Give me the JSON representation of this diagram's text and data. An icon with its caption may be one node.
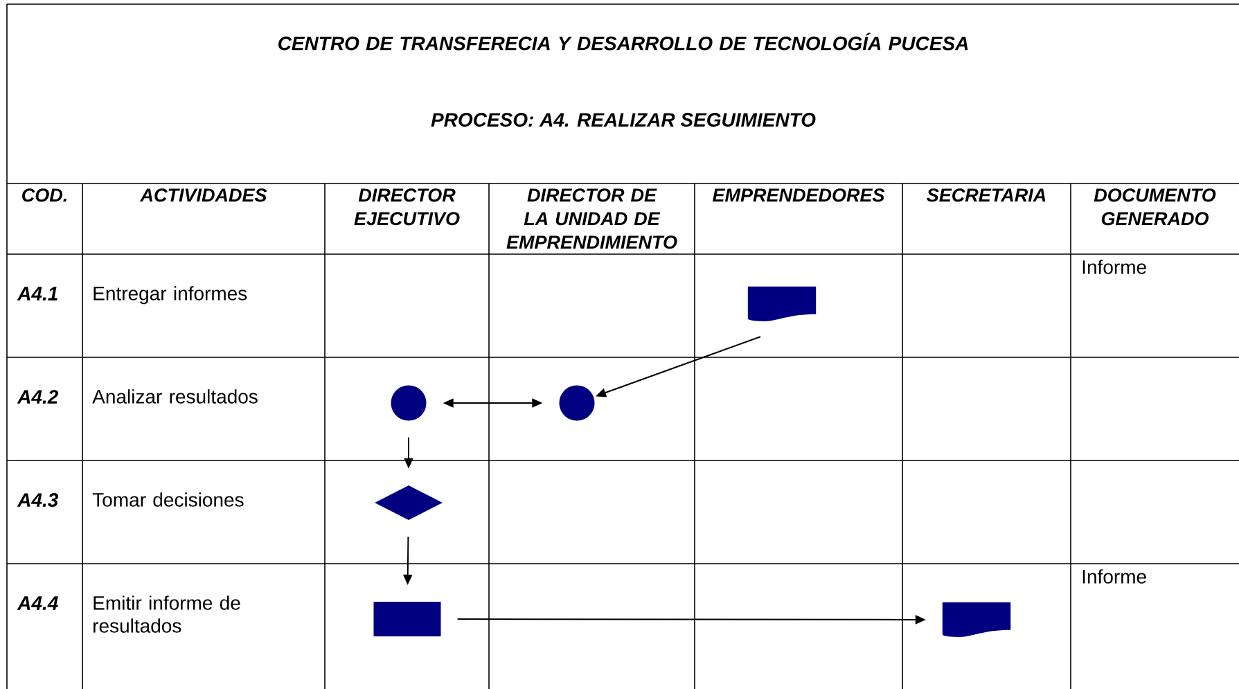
{
  "diagram": {
    "title": "CENTRO DE TRANSFERECIA Y DESARROLLO DE TECNOLOGÍA PUCESA",
    "nodes": [
      {
        "text": [],
        "shape": "document"
      },
      {
        "text": [],
        "shape": "circle"
      },
      {
        "text": [],
        "shape": "circle"
      },
      {
        "text": [],
        "shape": "diamond"
      },
      {
        "text": [],
        "shape": "box"
      },
      {
        "text": [],
        "shape": "document"
      }
    ],
    "edges": [
      {
        "from": 0,
        "to": 2,
        "arrow": "to"
      },
      {
        "from": 1,
        "to": 2,
        "arrow": "both"
      },
      {
        "from": 1,
        "to": 3,
        "arrow": "to"
      },
      {
        "from": 3,
        "to": 4,
        "arrow": "to"
      },
      {
        "from": 4,
        "to": 5,
        "arrow": "to"
      }
    ],
    "labels": [
      "PROCESO: A4. REALIZAR SEGUIMIENTO",
      "COD.",
      "ACTIVIDADES",
      "DIRECTOR EJECUTIVO",
      "DIRECTOR DE LA UNIDAD DE EMPRENDIMIENTO",
      "EMPRENDEDORES",
      "SECRETARIA",
      "DOCUMENTO GENERADO",
      "A4.1",
      "Entregar informes",
      "Informe",
      "A4.2",
      "Analizar resultados",
      "A4.3",
      "Tomar decisiones",
      "A4.4",
      "Emitir informe de resultados",
      "Informe"
    ]
  }
}
